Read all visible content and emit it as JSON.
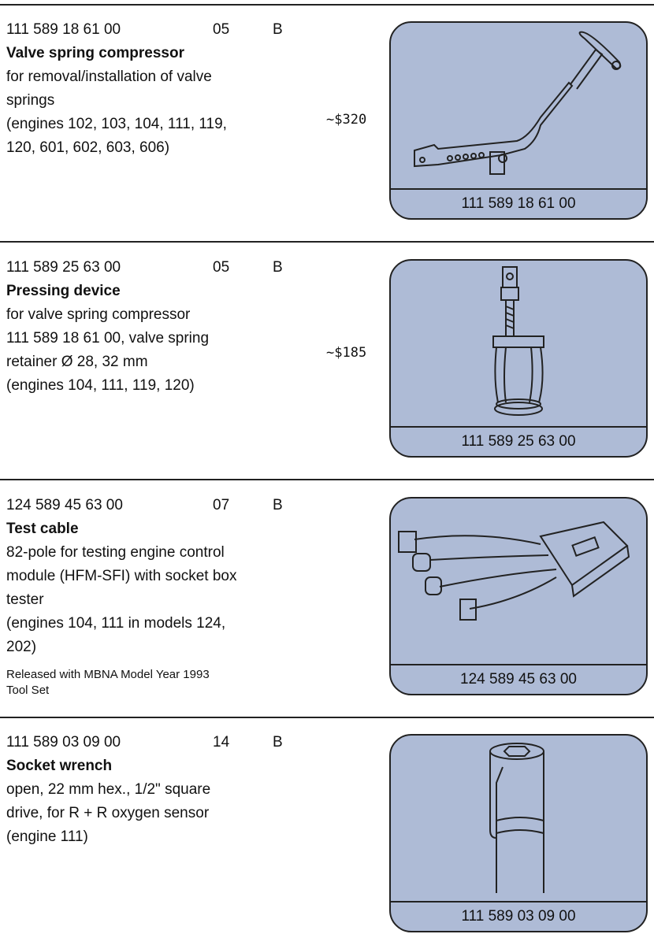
{
  "entries": [
    {
      "part_number": "111 589 18 61 00",
      "qty": "05",
      "class": "B",
      "name": "Valve spring compressor",
      "lines": [
        "for removal/installation of valve",
        "springs",
        "(engines 102, 103, 104, 111, 119,",
        "120, 601, 602, 603, 606)"
      ],
      "price": "~$320",
      "caption": "111 589 18 61 00"
    },
    {
      "part_number": "111 589 25 63 00",
      "qty": "05",
      "class": "B",
      "name": "Pressing device",
      "lines": [
        "for valve spring compressor",
        "111 589 18 61 00, valve spring",
        "retainer Ø 28, 32 mm",
        "(engines 104, 111, 119, 120)"
      ],
      "price": "~$185",
      "caption": "111 589 25 63 00"
    },
    {
      "part_number": "124 589 45 63 00",
      "qty": "07",
      "class": "B",
      "name": "Test cable",
      "lines": [
        "82-pole for testing engine control",
        "module (HFM-SFI) with socket box",
        "tester",
        "(engines 104, 111 in models 124,",
        "202)"
      ],
      "note": [
        "Released with MBNA Model Year 1993",
        "Tool Set"
      ],
      "caption": "124 589 45 63 00"
    },
    {
      "part_number": "111 589 03 09 00",
      "qty": "14",
      "class": "B",
      "name": "Socket wrench",
      "lines": [
        "open, 22 mm hex., 1/2\" square",
        "drive, for R + R oxygen sensor",
        "(engine 111)"
      ],
      "caption": "111 589 03 09 00"
    }
  ]
}
